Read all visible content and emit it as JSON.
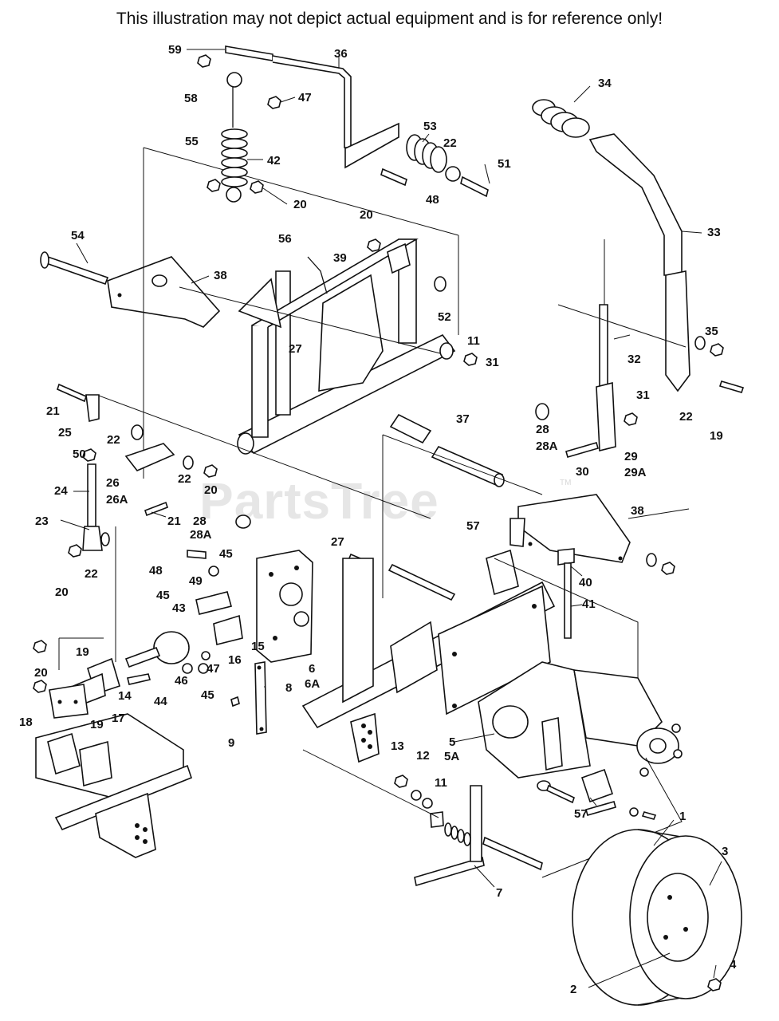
{
  "disclaimer": "This illustration may not depict actual equipment and is for reference only!",
  "watermark": {
    "text": "PartsTree",
    "tm": "TM"
  },
  "callouts": [
    "1",
    "2",
    "3",
    "4",
    "5",
    "5A",
    "6",
    "6A",
    "7",
    "8",
    "9",
    "11",
    "11",
    "12",
    "13",
    "14",
    "15",
    "16",
    "17",
    "18",
    "19",
    "19",
    "19",
    "20",
    "20",
    "20",
    "20",
    "20",
    "21",
    "21",
    "22",
    "22",
    "22",
    "22",
    "22",
    "23",
    "24",
    "25",
    "26",
    "26A",
    "27",
    "27",
    "28",
    "28A",
    "28",
    "28A",
    "29",
    "29A",
    "30",
    "31",
    "31",
    "32",
    "33",
    "34",
    "35",
    "36",
    "37",
    "38",
    "38",
    "39",
    "40",
    "41",
    "42",
    "43",
    "44",
    "45",
    "45",
    "45",
    "46",
    "47",
    "47",
    "48",
    "48",
    "49",
    "50",
    "51",
    "52",
    "53",
    "54",
    "55",
    "56",
    "57",
    "57",
    "58",
    "59"
  ],
  "colors": {
    "line": "#111111",
    "background": "#ffffff",
    "watermark": "#e6e6e6"
  }
}
